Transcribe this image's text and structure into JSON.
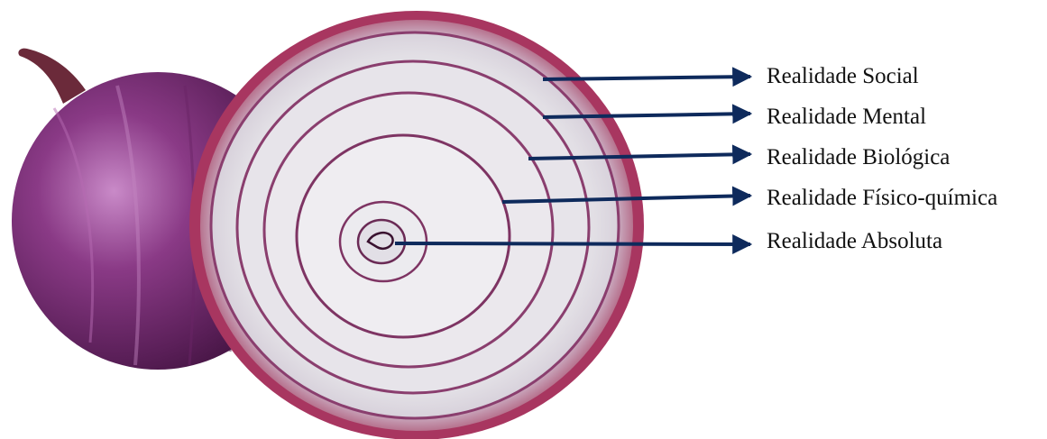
{
  "labels": [
    "Realidade Social",
    "Realidade Mental",
    "Realidade Biológica",
    "Realidade Físico-química",
    "Realidade Absoluta"
  ],
  "colors": {
    "arrow": "#0e2a5c",
    "label_text": "#111111",
    "onion_skin_dark": "#4a1846",
    "onion_skin_mid": "#8a3a86",
    "onion_flesh": "#e6e4e8",
    "onion_ring_line": "#8a3e6e",
    "cut_rim": "#b23055"
  }
}
